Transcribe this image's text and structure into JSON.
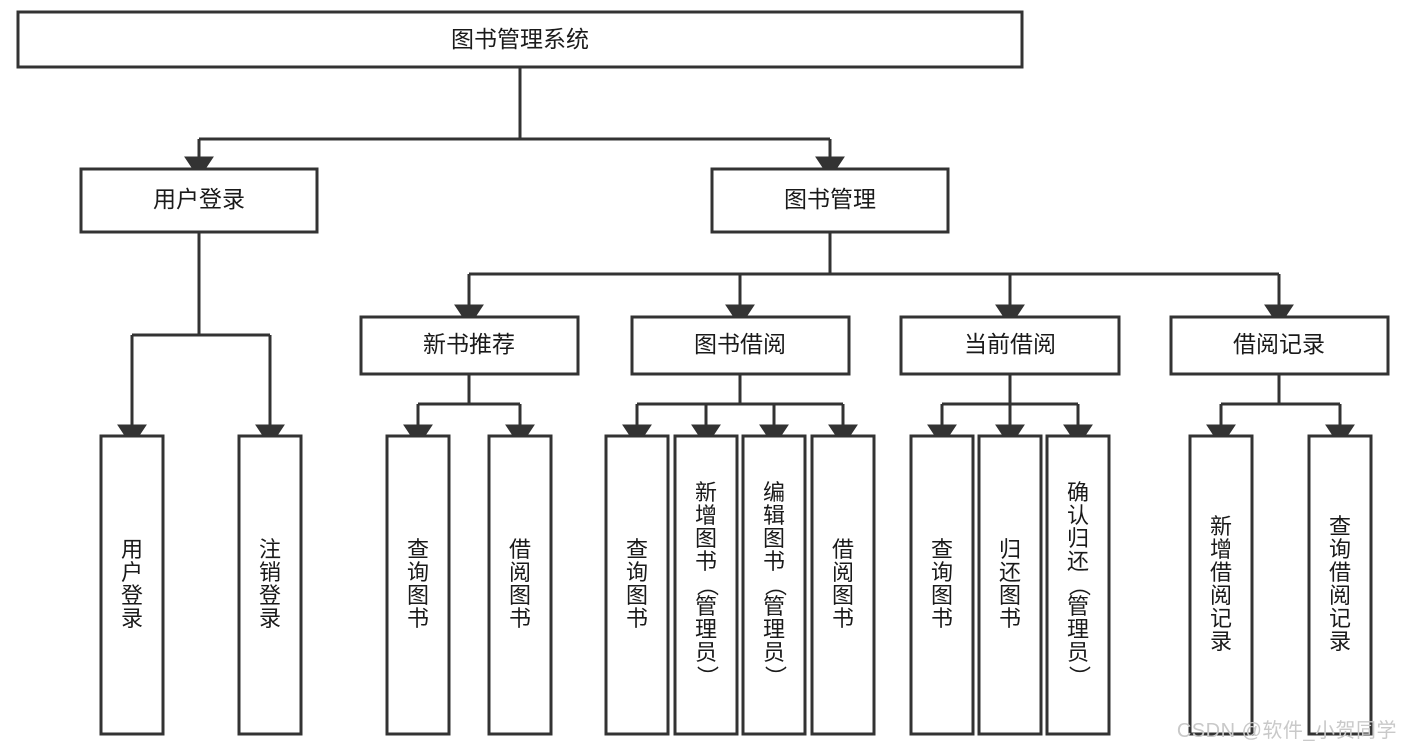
{
  "diagram": {
    "type": "tree",
    "title": "图书管理系统",
    "watermark": "CSDN @软件_小贺同学",
    "root": {
      "id": "root",
      "label": "图书管理系统",
      "orientation": "horizontal"
    },
    "level2": [
      {
        "id": "user-login",
        "label": "用户登录",
        "orientation": "horizontal"
      },
      {
        "id": "book-manage",
        "label": "图书管理",
        "orientation": "horizontal"
      }
    ],
    "level3": [
      {
        "id": "new-book-recommend",
        "label": "新书推荐",
        "orientation": "horizontal",
        "parent": "book-manage"
      },
      {
        "id": "book-borrow",
        "label": "图书借阅",
        "orientation": "horizontal",
        "parent": "book-manage"
      },
      {
        "id": "current-borrow",
        "label": "当前借阅",
        "orientation": "horizontal",
        "parent": "book-manage"
      },
      {
        "id": "borrow-record",
        "label": "借阅记录",
        "orientation": "horizontal",
        "parent": "book-manage"
      }
    ],
    "leaves": [
      {
        "id": "leaf-user-login",
        "label": "用户登录",
        "parent": "user-login",
        "orientation": "vertical"
      },
      {
        "id": "leaf-logout-login",
        "label": "注销登录",
        "parent": "user-login",
        "orientation": "vertical"
      },
      {
        "id": "leaf-query-book-1",
        "label": "查询图书",
        "parent": "new-book-recommend",
        "orientation": "vertical"
      },
      {
        "id": "leaf-borrow-book-1",
        "label": "借阅图书",
        "parent": "new-book-recommend",
        "orientation": "vertical"
      },
      {
        "id": "leaf-query-book-2",
        "label": "查询图书",
        "parent": "book-borrow",
        "orientation": "vertical"
      },
      {
        "id": "leaf-add-book",
        "label": "新增图书（管理员）",
        "parent": "book-borrow",
        "orientation": "vertical"
      },
      {
        "id": "leaf-edit-book",
        "label": "编辑图书（管理员）",
        "parent": "book-borrow",
        "orientation": "vertical"
      },
      {
        "id": "leaf-borrow-book-2",
        "label": "借阅图书",
        "parent": "book-borrow",
        "orientation": "vertical"
      },
      {
        "id": "leaf-query-book-3",
        "label": "查询图书",
        "parent": "current-borrow",
        "orientation": "vertical"
      },
      {
        "id": "leaf-return-book",
        "label": "归还图书",
        "parent": "current-borrow",
        "orientation": "vertical"
      },
      {
        "id": "leaf-confirm-return",
        "label": "确认归还（管理员）",
        "parent": "current-borrow",
        "orientation": "vertical"
      },
      {
        "id": "leaf-add-record",
        "label": "新增借阅记录",
        "parent": "borrow-record",
        "orientation": "vertical"
      },
      {
        "id": "leaf-query-record",
        "label": "查询借阅记录",
        "parent": "borrow-record",
        "orientation": "vertical"
      }
    ],
    "colors": {
      "stroke": "#333333",
      "fill": "#ffffff",
      "text": "#1a1a1a",
      "watermark": "#c9c9c9"
    }
  }
}
